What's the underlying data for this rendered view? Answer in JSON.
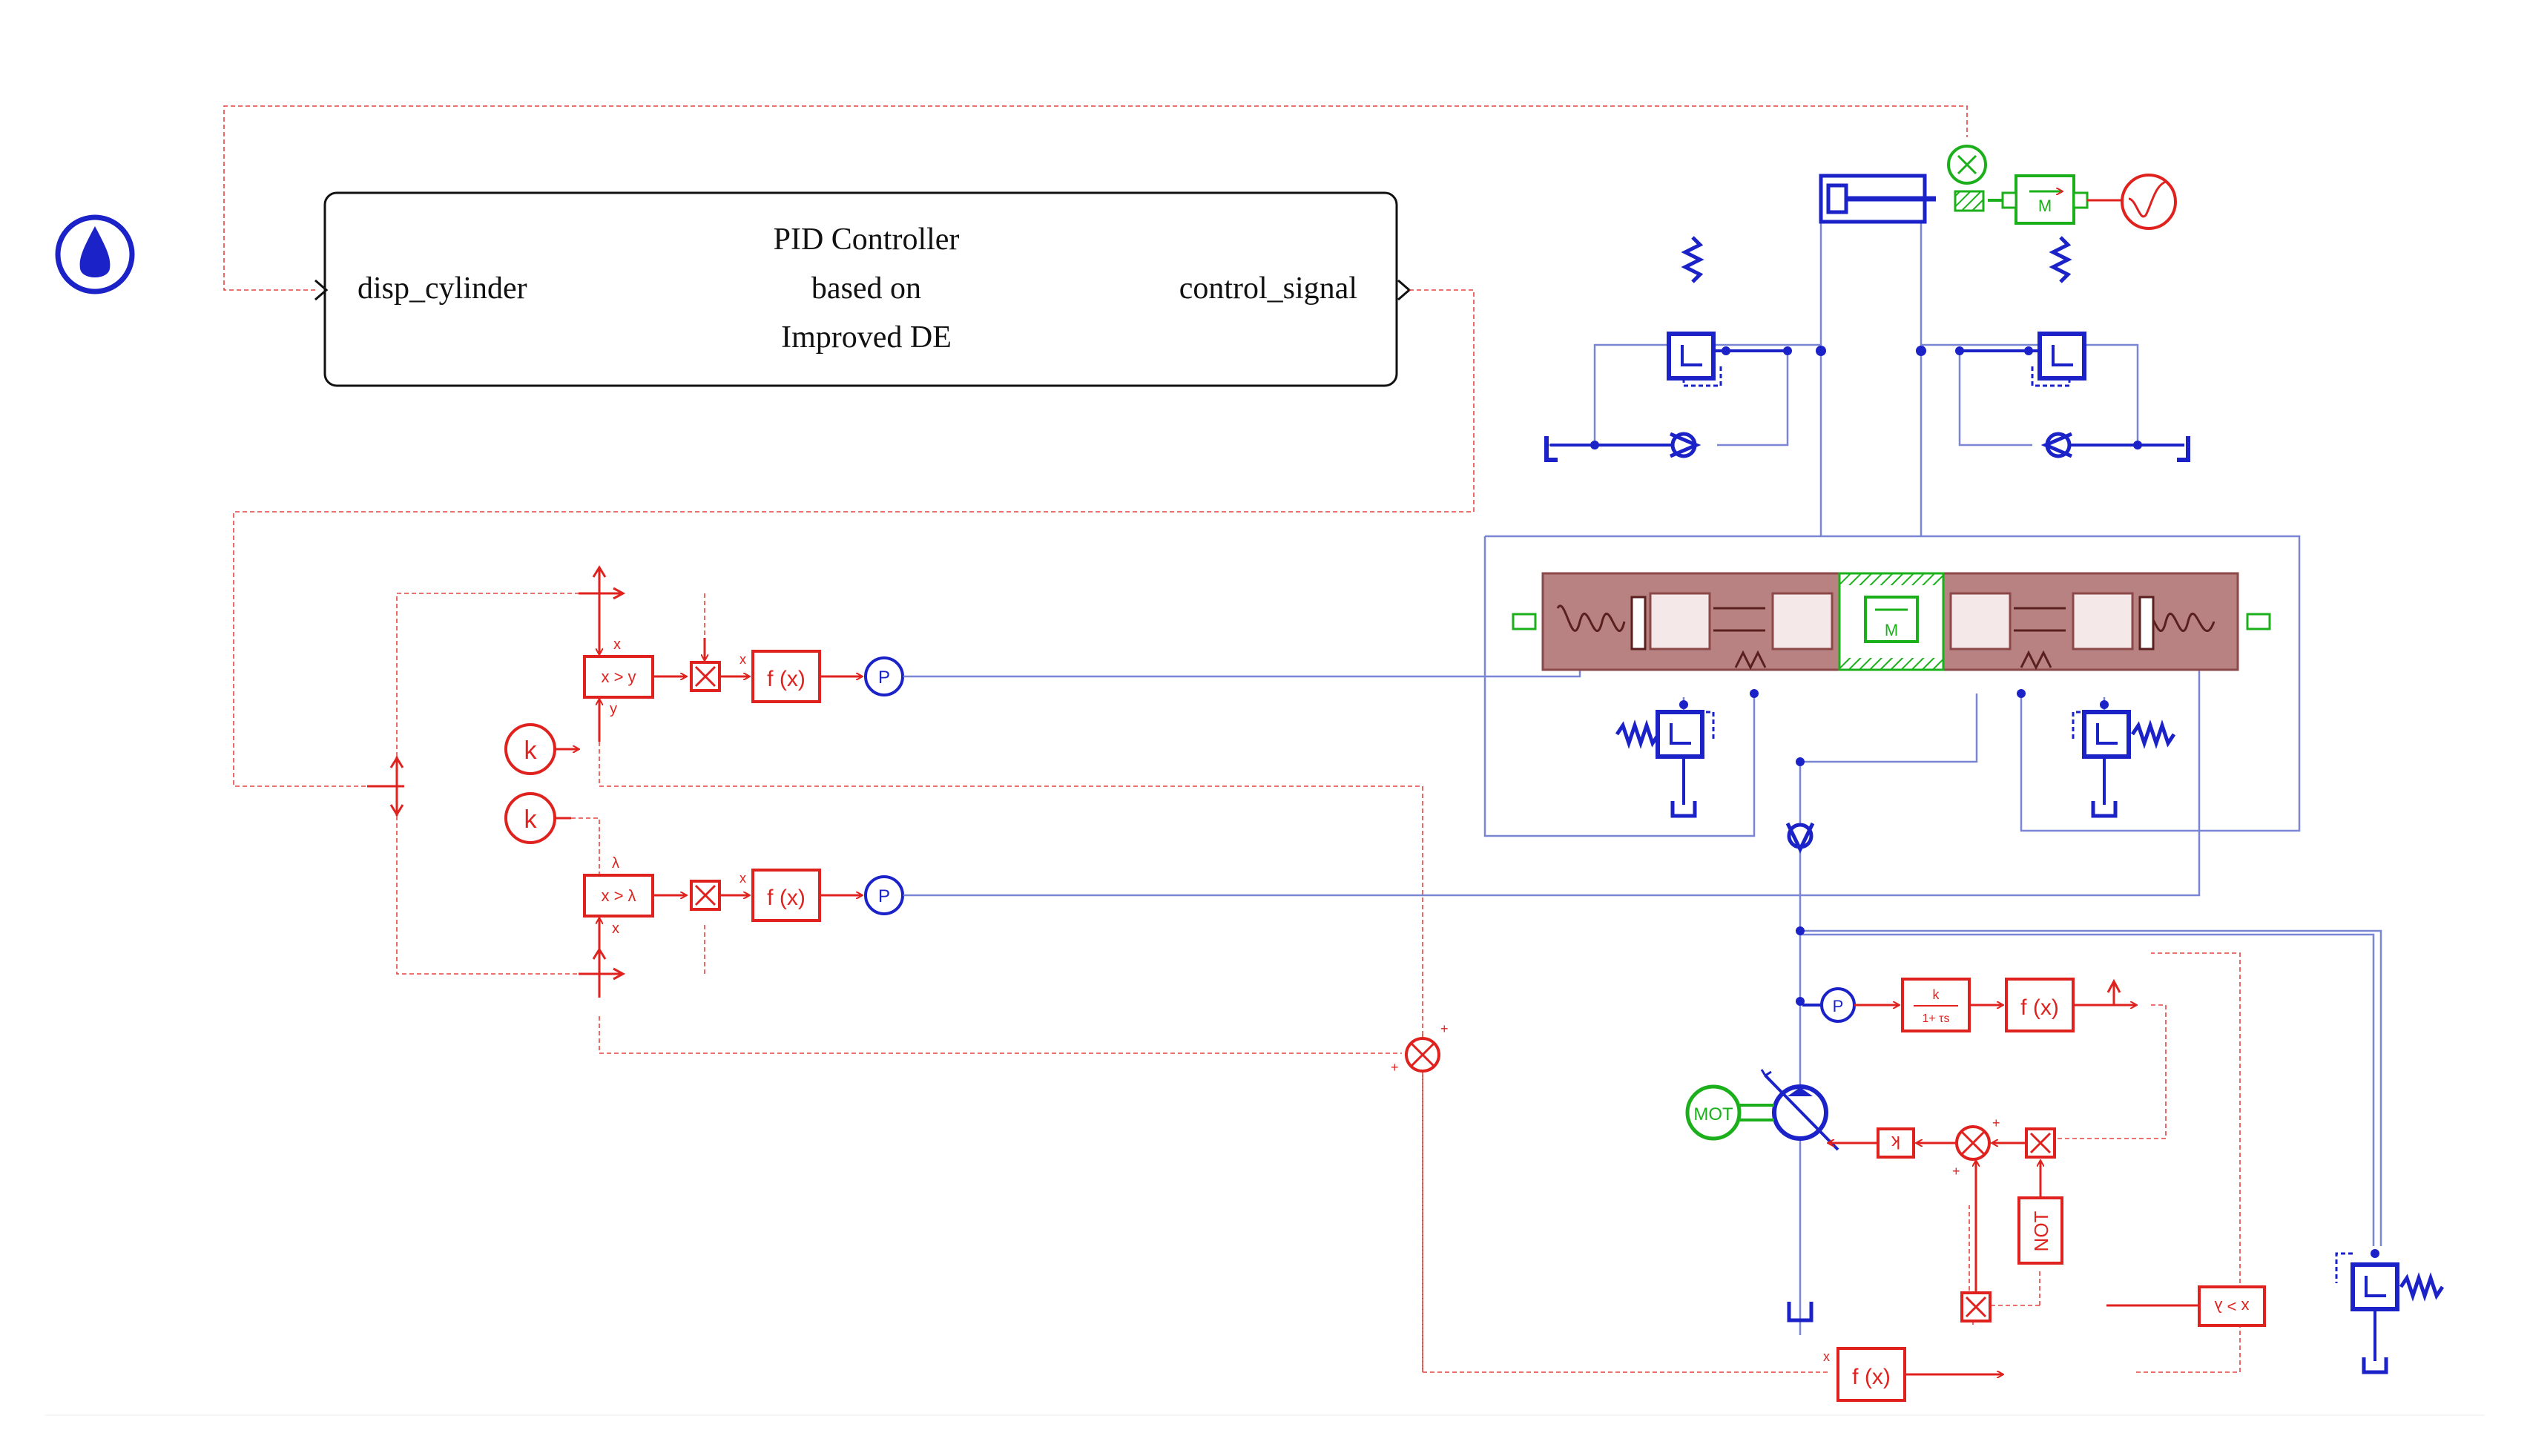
{
  "pid_block": {
    "title_line1": "PID Controller",
    "title_line2": "based on",
    "title_line3": "Improved DE",
    "input_port": "disp_cylinder",
    "output_port": "control_signal"
  },
  "signal_blocks": {
    "compare_xy": "x > y",
    "compare_x_lambda": "x > λ",
    "compare_bottom": "x > λ",
    "func": "f (x)",
    "const_k": "k",
    "gain_k": "k",
    "transfer_num": "k",
    "transfer_den": "1+ τs",
    "not_gate": "NOT",
    "pressure_sensor": "P",
    "motor": "MOT",
    "mass": "M"
  },
  "port_labels": {
    "x": "x",
    "y": "y",
    "lambda": "λ",
    "plus": "+"
  },
  "colors": {
    "hydraulic": "#1a22c8",
    "signal": "#e0221f",
    "mechanical": "#1bb01b",
    "valve_body": "#b77c7c",
    "wire": "#7a86d4"
  },
  "icons": [
    "hydraulic-fluid-icon",
    "spring-icon",
    "check-valve-icon",
    "relief-valve-icon",
    "tank-icon",
    "pump-icon",
    "motor-icon",
    "sensor-icon",
    "cylinder-icon",
    "summing-junction-icon",
    "multiplier-icon"
  ]
}
